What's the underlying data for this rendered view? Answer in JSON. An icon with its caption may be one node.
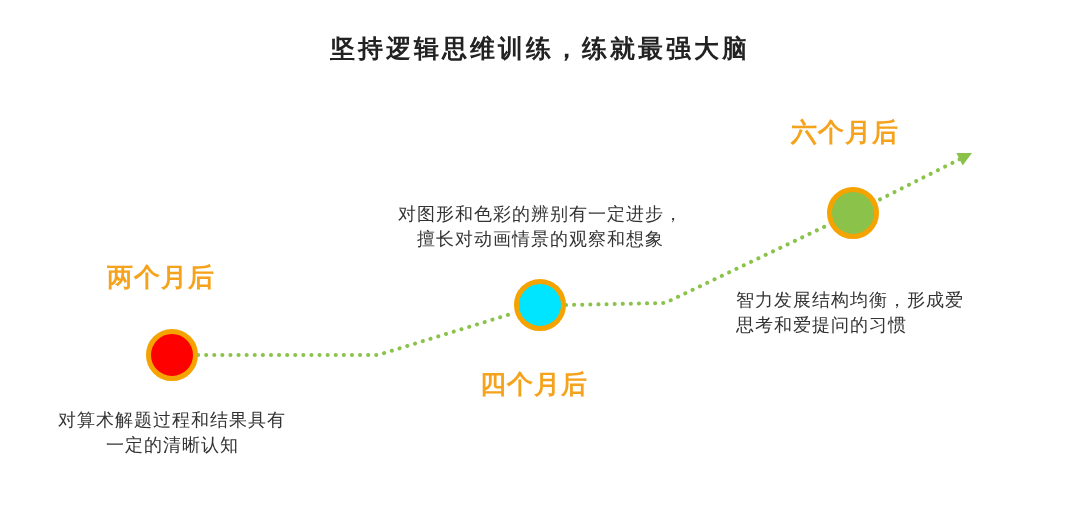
{
  "diagram": {
    "title": "坚持逻辑思维训练，练就最强大脑",
    "nodes": [
      {
        "text": [],
        "shape": "circle",
        "beside": [
          "两个月后",
          "对算术解题过程和结果具有一定的清晰认知"
        ]
      },
      {
        "text": [],
        "shape": "circle",
        "beside": [
          "四个月后",
          "对图形和色彩的辨别有一定进步，擅长对动画情景的观察和想象"
        ]
      },
      {
        "text": [],
        "shape": "circle",
        "beside": [
          "六个月后",
          "智力发展结构均衡，形成爱思考和爱提问的习惯"
        ]
      }
    ],
    "edges": [
      {
        "from": 0,
        "to": 1,
        "arrow": "none",
        "style": "dashed"
      },
      {
        "from": 1,
        "to": 2,
        "arrow": "none",
        "style": "dashed"
      },
      {
        "from": 2,
        "to": null,
        "arrow": "to",
        "style": "dashed"
      }
    ]
  }
}
